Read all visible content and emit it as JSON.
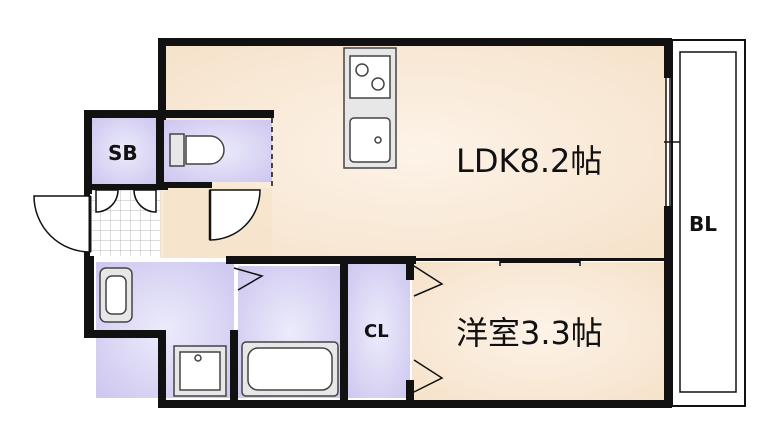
{
  "rooms": {
    "ldk": "LDK8.2帖",
    "western": "洋室3.3帖",
    "sb": "SB",
    "cl": "CL",
    "bl": "BL"
  },
  "colors": {
    "wall": "#111111",
    "living_floor": "#fbeede",
    "wet_area": "#d8d3f2",
    "balcony": "#ffffff",
    "fixture": "#e7e7e7",
    "fixture_outline": "#444444"
  }
}
